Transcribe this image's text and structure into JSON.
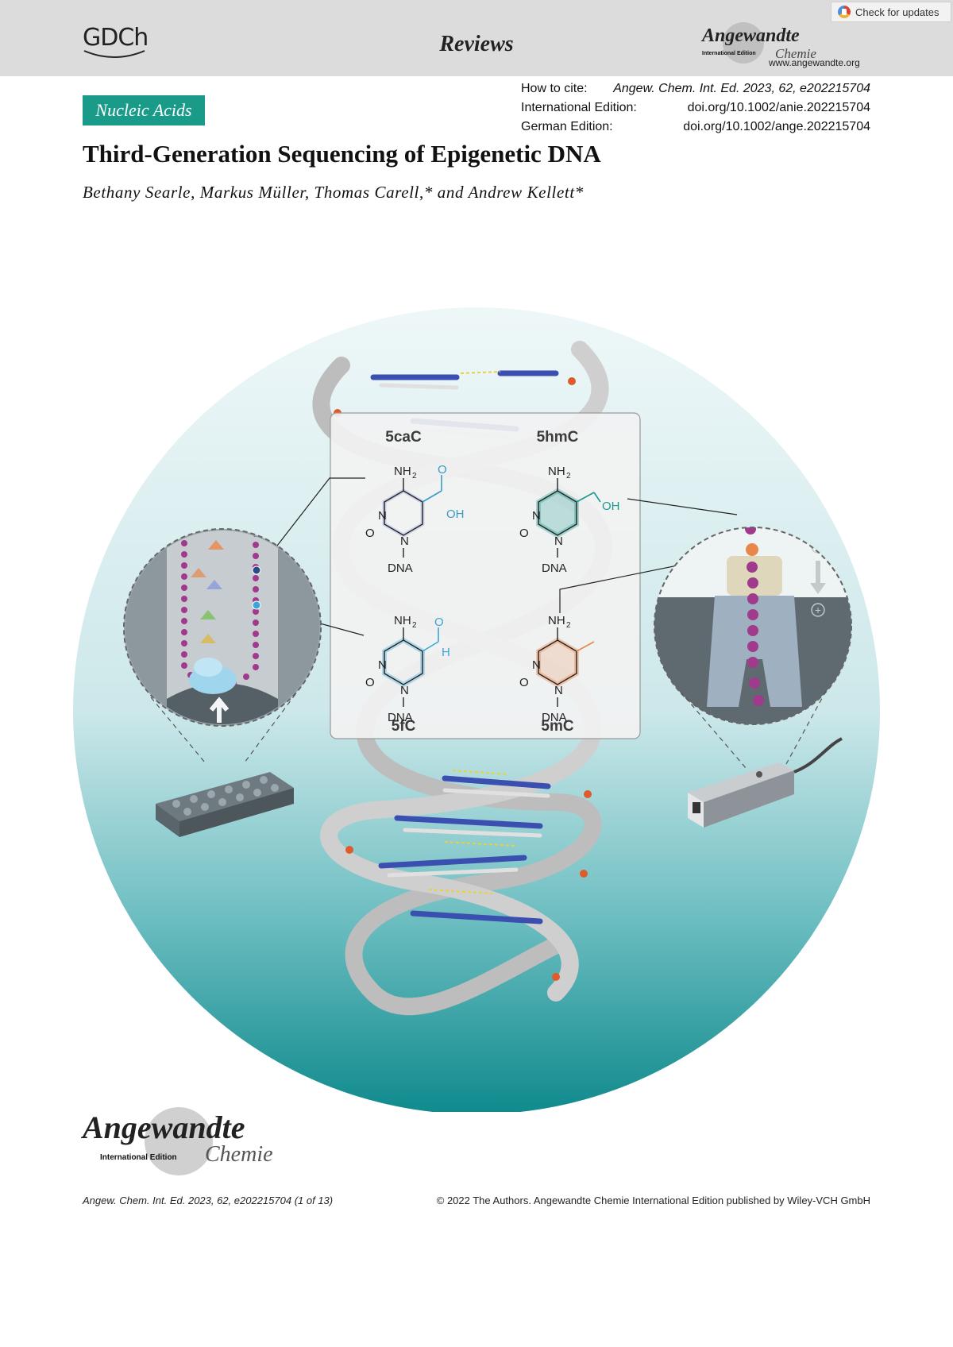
{
  "header": {
    "publisher_logo": "GDCh",
    "section": "Reviews",
    "journal_logo_main": "Angewandte",
    "journal_logo_sub": "Chemie",
    "journal_logo_edition": "International Edition",
    "journal_url": "www.angewandte.org",
    "updates_button": "Check for updates"
  },
  "article": {
    "category_tag": "Nucleic Acids",
    "cite_label": "How to cite:",
    "cite_ref": "Angew. Chem. Int. Ed. 2023, 62, e202215704",
    "intl_label": "International Edition:",
    "intl_doi": "doi.org/10.1002/anie.202215704",
    "german_label": "German Edition:",
    "german_doi": "doi.org/10.1002/ange.202215704",
    "title": "Third-Generation Sequencing of Epigenetic DNA",
    "authors": "Bethany Searle, Markus Müller, Thomas Carell,* and Andrew Kellett*"
  },
  "figure": {
    "bases": [
      {
        "name": "5caC",
        "substituent": "OH",
        "color": "#3a9bc5"
      },
      {
        "name": "5hmC",
        "substituent": "OH",
        "color": "#1c9a8e"
      },
      {
        "name": "5fC",
        "substituent": "H",
        "color": "#3aa6d8"
      },
      {
        "name": "5mC",
        "substituent": "",
        "color": "#e8874a"
      }
    ],
    "amino_label": "NH",
    "amino_sub": "2",
    "ring_n": "N",
    "ring_o": "O",
    "dna_label": "DNA",
    "minus_sign": "−",
    "plus_sign": "+"
  },
  "footer": {
    "logo_main": "Angewandte",
    "logo_sub": "Chemie",
    "logo_edition": "International Edition",
    "citation": "Angew. Chem. Int. Ed. 2023, 62, e202215704 (1 of 13)",
    "copyright": "© 2022 The Authors. Angewandte Chemie International Edition published by Wiley-VCH GmbH"
  }
}
